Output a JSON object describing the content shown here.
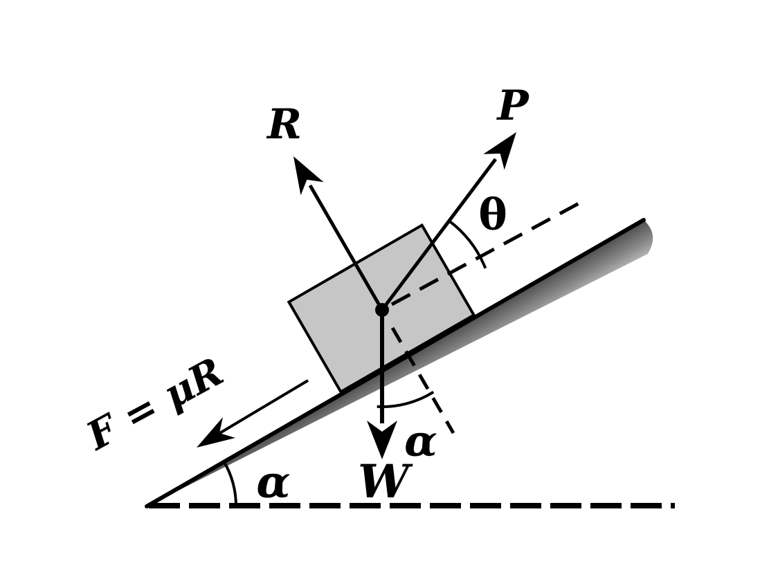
{
  "diagram": {
    "description": "Free-body diagram of a block resting on an inclined plane",
    "labels": {
      "normal_force": "R",
      "applied_force": "P",
      "weight": "W",
      "friction_equation": "F = μR",
      "applied_force_angle": "θ",
      "incline_angle": "α",
      "weight_normal_angle": "α"
    },
    "angles": {
      "incline_deg_visual": 30,
      "applied_force_above_incline_deg_visual": 23
    },
    "colors": {
      "background": "#ffffff",
      "ink": "#000000",
      "block_fill": "#c6c6c6",
      "block_stroke": "#000000",
      "ramp_dark": "#4f4f4f",
      "ramp_light": "#cbcbcb"
    }
  }
}
